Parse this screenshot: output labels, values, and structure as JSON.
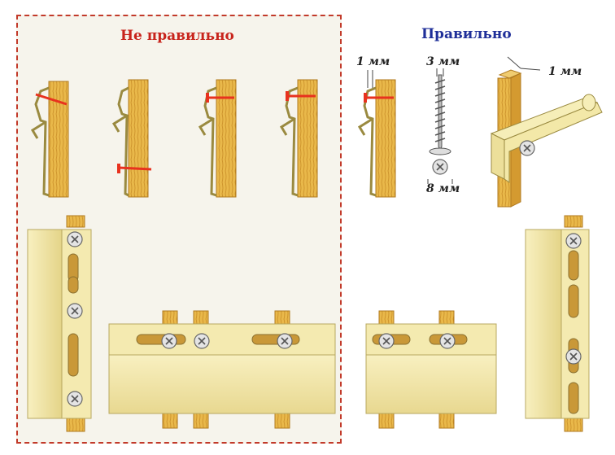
{
  "titles": {
    "wrong": "Не правильно",
    "right": "Правильно"
  },
  "dimensions": {
    "gap_rail": "1 мм",
    "screw_shank": "3 мм",
    "screw_head": "8 мм",
    "gap_board": "1 мм"
  },
  "colors": {
    "wrong_accent": "#c8241c",
    "right_accent": "#1f2f99",
    "wood": "#e9b84a",
    "siding": "#f4eab0",
    "wrong_fastener": "#e8321e"
  }
}
